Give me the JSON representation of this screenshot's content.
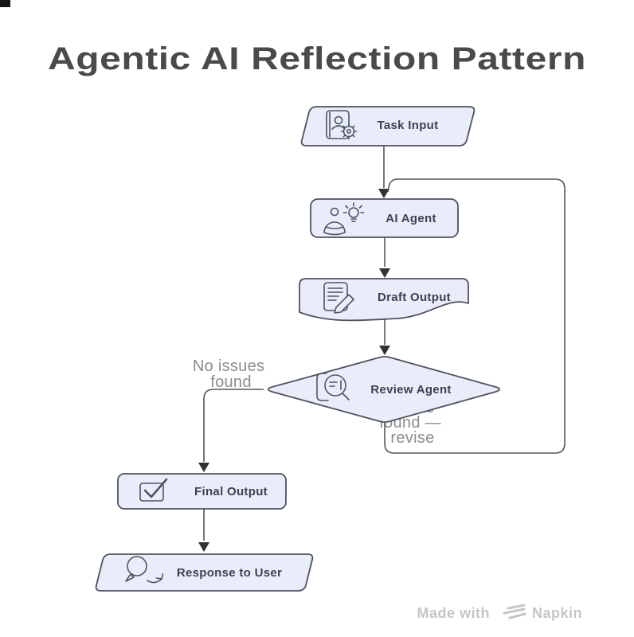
{
  "title": "Agentic AI Reflection Pattern",
  "diagram": {
    "nodes": [
      {
        "id": "task-input",
        "label": "Task Input",
        "shape": "parallelogram",
        "icon": "document-person-gear-icon"
      },
      {
        "id": "ai-agent",
        "label": "AI Agent",
        "shape": "rounded-rect",
        "icon": "person-lightbulb-icon"
      },
      {
        "id": "draft-output",
        "label": "Draft Output",
        "shape": "document",
        "icon": "document-pencil-icon"
      },
      {
        "id": "review-agent",
        "label": "Review Agent",
        "shape": "diamond",
        "icon": "magnifier-document-icon"
      },
      {
        "id": "final-output",
        "label": "Final Output",
        "shape": "rounded-rect",
        "icon": "checkbox-check-icon"
      },
      {
        "id": "response-to-user",
        "label": "Response to User",
        "shape": "parallelogram",
        "icon": "speech-bubble-reply-icon"
      }
    ],
    "edges": [
      {
        "from": "task-input",
        "to": "ai-agent",
        "label": ""
      },
      {
        "from": "ai-agent",
        "to": "draft-output",
        "label": ""
      },
      {
        "from": "draft-output",
        "to": "review-agent",
        "label": ""
      },
      {
        "from": "review-agent",
        "to": "final-output",
        "label": "No issues found"
      },
      {
        "from": "review-agent",
        "to": "ai-agent",
        "label": "Issues found — revise"
      },
      {
        "from": "final-output",
        "to": "response-to-user",
        "label": ""
      }
    ],
    "edge_labels": {
      "no_issues": {
        "line1": "No issues",
        "line2": "found"
      },
      "issues": {
        "line1": "Issues",
        "line2": "found —",
        "line3": "revise"
      }
    }
  },
  "watermark": {
    "prefix": "Made with",
    "brand": "Napkin"
  },
  "colors": {
    "background": "#ffffff",
    "node_fill": "#e9edf9",
    "node_border": "#4d525e",
    "edge": "#53565c",
    "arrowhead": "#2f3237",
    "node_label": "#3b424f",
    "edge_label": "#8c8c8c",
    "title": "#4a4a4a",
    "watermark": "#c6c6c6"
  }
}
